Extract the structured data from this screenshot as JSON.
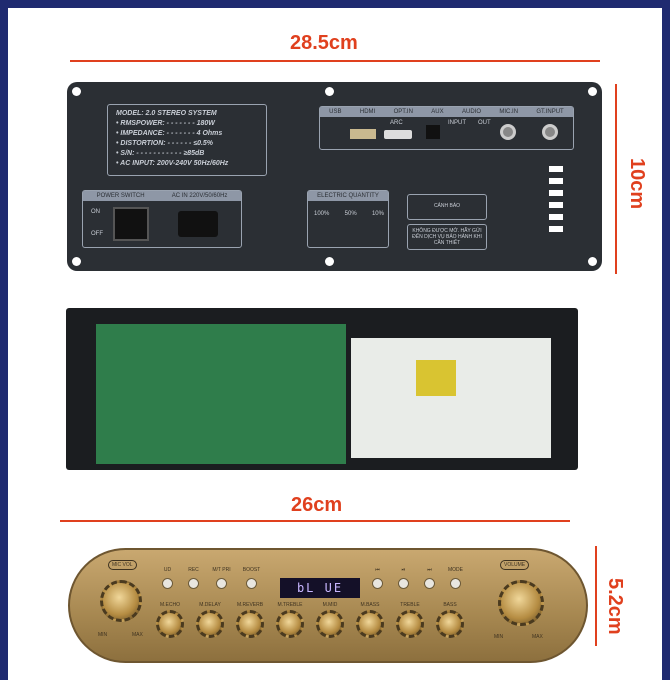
{
  "dimensions": {
    "top_width": "28.5cm",
    "top_height": "10cm",
    "front_width": "26cm",
    "front_height": "5.2cm"
  },
  "colors": {
    "frame": "#1f2a70",
    "dimension": "#e0401e",
    "panel": "#2b2f34",
    "front_plate": "#a68750"
  },
  "back_panel": {
    "specs": [
      "MODEL:  2.0 STEREO SYSTEM",
      "• RMSPOWER: - - - - - - - 180W",
      "• IMPEDANCE: - - - - - - - 4 Ohms",
      "• DISTORTION: - - - - - - ≤0.5%",
      "• S/N: - - - - - - - - - - - ≥85dB",
      "• AC INPUT: 200V-240V  50Hz/60Hz"
    ],
    "io_labels": [
      "USB",
      "HDMI",
      "OPT.IN",
      "AUX",
      "AUDIO",
      "MIC.IN",
      "GT.INPUT"
    ],
    "arc": "ARC",
    "input": "INPUT",
    "out": "OUT",
    "power_switch": "POWER SWITCH",
    "on": "ON",
    "off": "OFF",
    "ac_in": "AC IN 220V/50/60Hz",
    "electric_quantity": "ELECTRIC QUANTITY",
    "levels": [
      "100%",
      "50%",
      "10%"
    ],
    "warning_title": "CẢNH BÁO",
    "warning_text": "KHÔNG ĐƯỢC MỞ. HÃY GỬI ĐẾN DỊCH VỤ BẢO HÀNH KHI CẦN THIẾT"
  },
  "front_panel": {
    "mic_vol": "MIC VOL",
    "volume": "VOLUME",
    "min": "MIN",
    "max": "MAX",
    "display": "bL UE",
    "buttons": [
      "UD",
      "REC",
      "M/T PRI",
      "BOOST",
      "⏮",
      "⏯",
      "⏭",
      "MODE"
    ],
    "knobs": [
      "M.ECHO",
      "M.DELAY",
      "M.REVERB",
      "M.TREBLE",
      "M.MID",
      "M.BASS",
      "TREBLE",
      "BASS"
    ]
  }
}
